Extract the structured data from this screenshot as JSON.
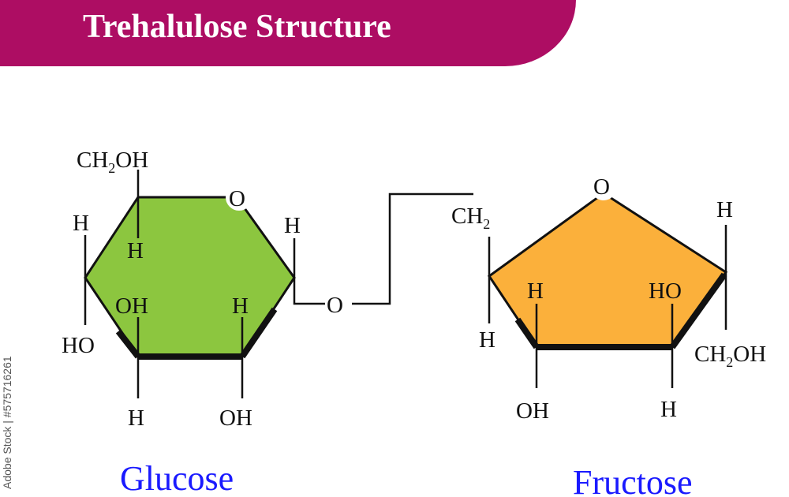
{
  "title": "Trehalulose Structure",
  "stock_text": "Adobe Stock | #575716261",
  "colors": {
    "banner": "#ad0d63",
    "glucose_ring": "#8cc63f",
    "fructose_ring": "#fbb03b",
    "sugar_label": "#1a1aff"
  },
  "glucose": {
    "name": "Glucose",
    "ring_oxygen": "O",
    "ch2oh": {
      "main": "CH",
      "sub": "2",
      "tail": "OH"
    },
    "c5_h": "H",
    "c4_h": "H",
    "c4_ho": "HO",
    "c3_oh": "OH",
    "c3_h": "H",
    "c2_h": "H",
    "c2_oh": "OH",
    "c1_h": "H"
  },
  "bridge_oxygen": "O",
  "fructose": {
    "name": "Fructose",
    "ring_oxygen": "O",
    "ch2": {
      "main": "CH",
      "sub": "2"
    },
    "c5_h": "H",
    "c4_h": "H",
    "c4_oh": "OH",
    "c3_ho": "HO",
    "c3_h": "H",
    "c2_h": "H",
    "ch2oh": {
      "main": "CH",
      "sub": "2",
      "tail": "OH"
    }
  }
}
